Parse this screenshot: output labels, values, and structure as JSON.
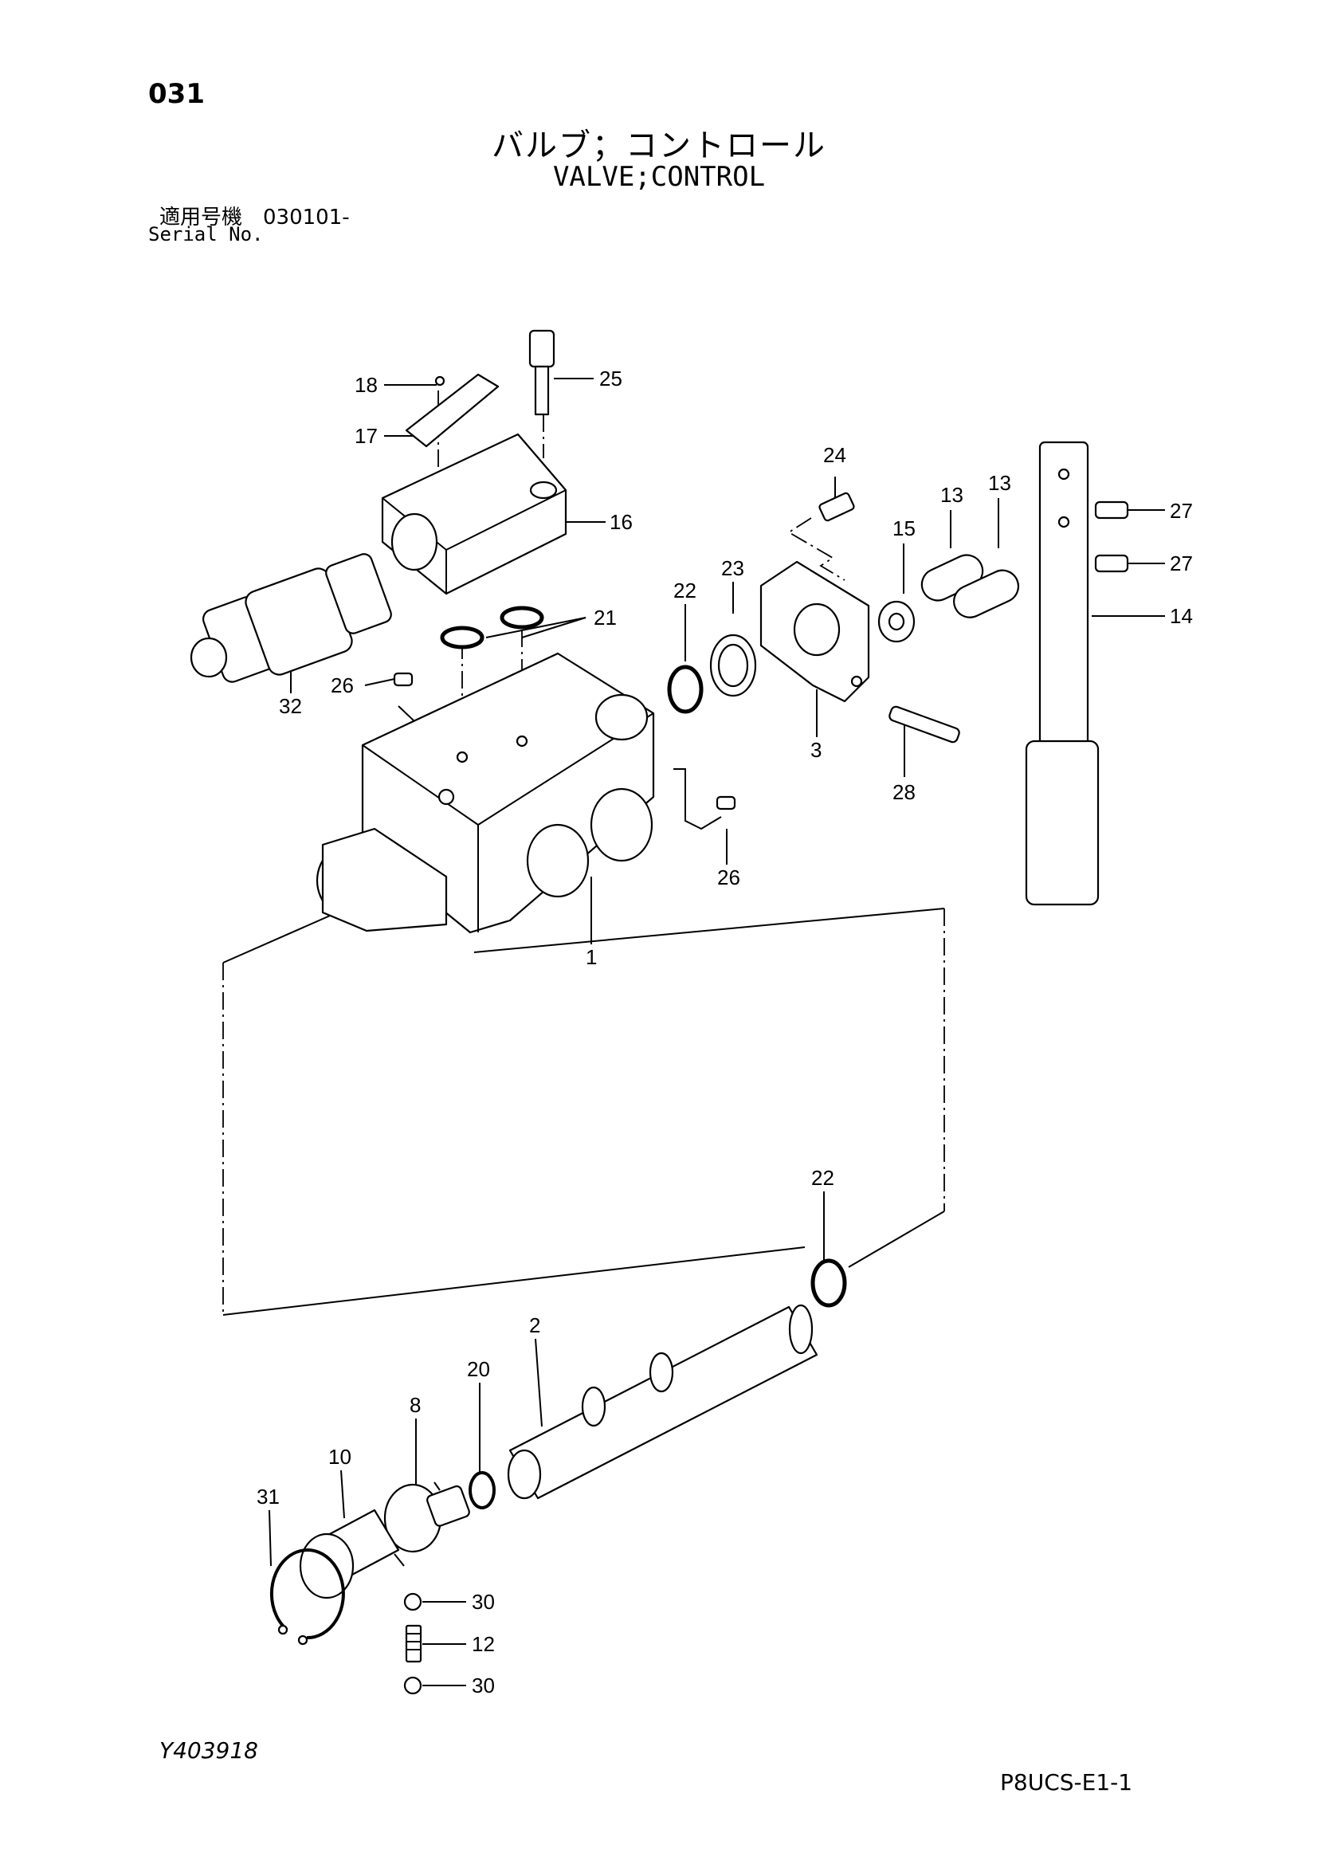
{
  "header": {
    "page_number": "031",
    "title_jp": "バルブ；コントロール",
    "title_en": "VALVE;CONTROL",
    "serial_label_jp": "適用号機　030101-",
    "serial_label_en": "Serial No."
  },
  "footer": {
    "drawing_id": "Y403918",
    "page_code": "P8UCS-E1-1"
  },
  "callouts": [
    {
      "id": "c18",
      "label": "18"
    },
    {
      "id": "c17",
      "label": "17"
    },
    {
      "id": "c25",
      "label": "25"
    },
    {
      "id": "c16",
      "label": "16"
    },
    {
      "id": "c24",
      "label": "24"
    },
    {
      "id": "c13a",
      "label": "13"
    },
    {
      "id": "c13b",
      "label": "13"
    },
    {
      "id": "c27a",
      "label": "27"
    },
    {
      "id": "c27b",
      "label": "27"
    },
    {
      "id": "c14",
      "label": "14"
    },
    {
      "id": "c15",
      "label": "15"
    },
    {
      "id": "c23",
      "label": "23"
    },
    {
      "id": "c22a",
      "label": "22"
    },
    {
      "id": "c21",
      "label": "21"
    },
    {
      "id": "c26a",
      "label": "26"
    },
    {
      "id": "c32",
      "label": "32"
    },
    {
      "id": "c3",
      "label": "3"
    },
    {
      "id": "c28",
      "label": "28"
    },
    {
      "id": "c26b",
      "label": "26"
    },
    {
      "id": "c1",
      "label": "1"
    },
    {
      "id": "c22b",
      "label": "22"
    },
    {
      "id": "c2",
      "label": "2"
    },
    {
      "id": "c20",
      "label": "20"
    },
    {
      "id": "c8",
      "label": "8"
    },
    {
      "id": "c10",
      "label": "10"
    },
    {
      "id": "c31",
      "label": "31"
    },
    {
      "id": "c30a",
      "label": "30"
    },
    {
      "id": "c12",
      "label": "12"
    },
    {
      "id": "c30b",
      "label": "30"
    }
  ]
}
